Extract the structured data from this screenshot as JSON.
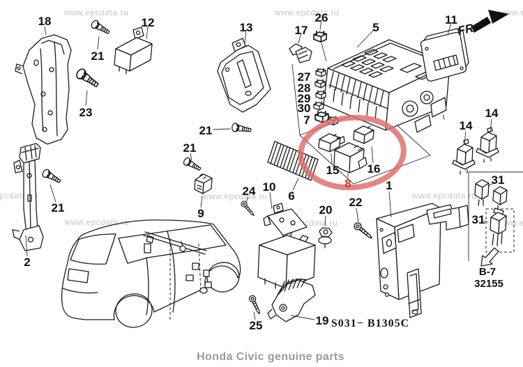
{
  "watermark_text": "www.epcdata.ru",
  "caption": "Honda Civic genuine parts",
  "diagram_code": "S031− B1305C",
  "direction_label": "FR.",
  "reference": {
    "code": "B-7",
    "part_number": "32155"
  },
  "highlight": {
    "color": "#dd6b6b",
    "highlighted_parts": [
      "15",
      "16",
      "8"
    ]
  },
  "callouts": [
    "18",
    "21",
    "12",
    "23",
    "13",
    "21",
    "17",
    "26",
    "5",
    "11",
    "27",
    "28",
    "29",
    "30",
    "7",
    "21",
    "21",
    "9",
    "2",
    "24",
    "10",
    "6",
    "20",
    "15",
    "16",
    "8",
    "22",
    "1",
    "14",
    "14",
    "31",
    "31",
    "25",
    "19"
  ]
}
